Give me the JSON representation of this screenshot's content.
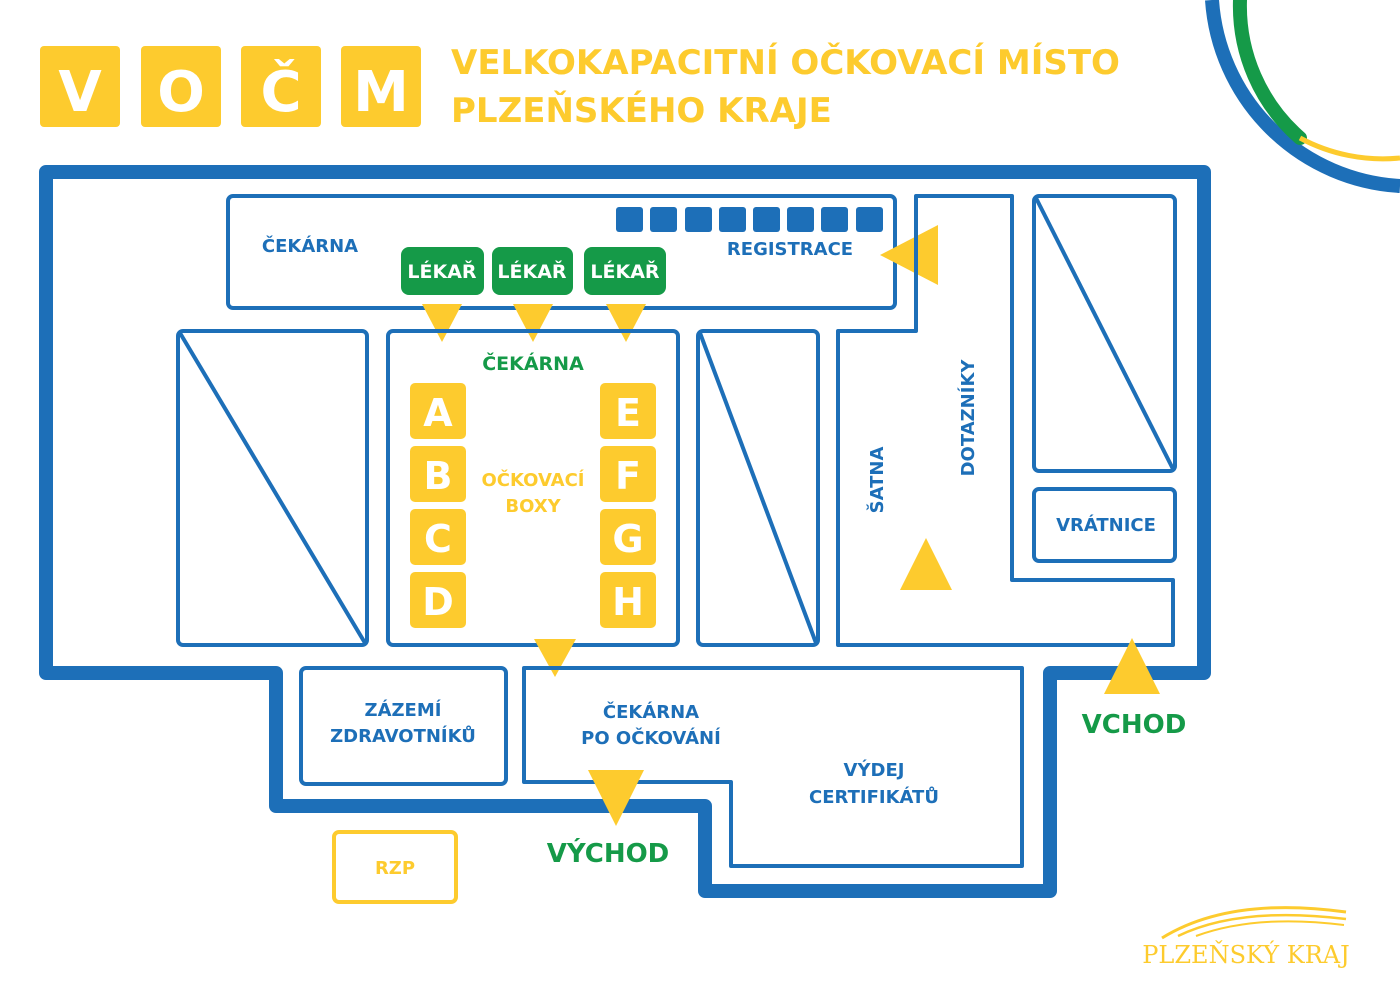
{
  "colors": {
    "blue": "#1d6fb8",
    "yellow": "#fdcb2e",
    "green": "#159a48",
    "white": "#ffffff"
  },
  "header": {
    "logo_letters": [
      "V",
      "O",
      "Č",
      "M"
    ],
    "title_line1": "VELKOKAPACITNÍ OČKOVACÍ MÍSTO",
    "title_line2": "PLZEŇSKÉHO KRAJE"
  },
  "rooms": {
    "cekarna_registrace": "ČEKÁRNA",
    "registrace": "REGISTRACE",
    "lekar": "LÉKAŘ",
    "cekarna_boxy": "ČEKÁRNA",
    "ockovaci_boxy_line1": "OČKOVACÍ",
    "ockovaci_boxy_line2": "BOXY",
    "box_letters_left": [
      "A",
      "B",
      "C",
      "D"
    ],
    "box_letters_right": [
      "E",
      "F",
      "G",
      "H"
    ],
    "satna": "ŠATNA",
    "dotazniky": "DOTAZNÍKY",
    "vratnice": "VRÁTNICE",
    "zazemi_line1": "ZÁZEMÍ",
    "zazemi_line2": "ZDRAVOTNÍKŮ",
    "cekarna_po_line1": "ČEKÁRNA",
    "cekarna_po_line2": "PO OČKOVÁNÍ",
    "vydej_line1": "VÝDEJ",
    "vydej_line2": "CERTIFIKÁTŮ",
    "rzp": "RZP"
  },
  "entrances": {
    "vchod": "VCHOD",
    "vychod": "VÝCHOD"
  },
  "footer": {
    "region_logo_text": "PLZEŇSKÝ KRAJ"
  }
}
